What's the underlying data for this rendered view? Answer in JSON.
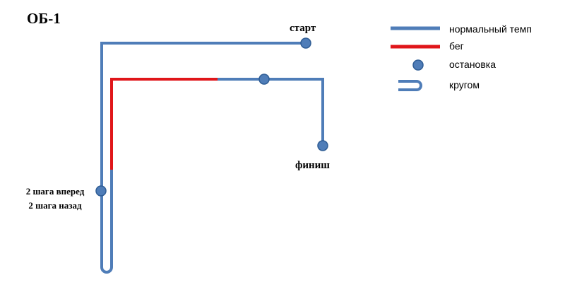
{
  "title": "ОБ-1",
  "colors": {
    "normal": "#4f7db8",
    "run": "#e0161a",
    "stop_fill": "#4f7db8",
    "stop_stroke": "#2f5d95"
  },
  "labels": {
    "start": "старт",
    "finish": "финиш",
    "steps_line1": "2 шага вперед",
    "steps_line2": "2 шага назад"
  },
  "legend": {
    "normal_pace": "нормальный темп",
    "run": "бег",
    "stop": "остановка",
    "loop": "кругом"
  }
}
